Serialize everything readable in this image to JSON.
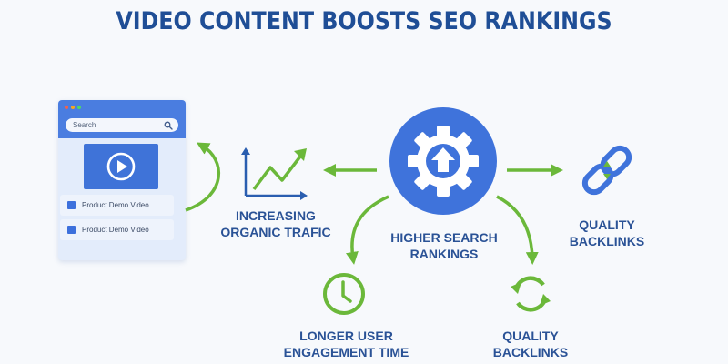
{
  "title": "VIDEO CONTENT BOOSTS SEO RANKINGS",
  "colors": {
    "title": "#1f4e96",
    "label": "#2a5296",
    "accent_blue": "#3f73db",
    "accent_green": "#6bb83a",
    "background": "#f7f9fc"
  },
  "browser": {
    "window_dots": [
      "#f0624d",
      "#f5a623",
      "#4cd964"
    ],
    "search_placeholder": "Search",
    "search_icon": "search-icon",
    "video_icon": "play-icon",
    "items": [
      {
        "label": "Product Demo Video"
      },
      {
        "label": "Product Demo Video"
      }
    ]
  },
  "nodes": {
    "traffic": {
      "icon": "trend-chart-icon",
      "line1": "INCREASING",
      "line2": "ORGANIC TRAFIC"
    },
    "rankings": {
      "icon": "gear-up-arrow-icon",
      "line1": "HIGHER SEARCH",
      "line2": "RANKINGS"
    },
    "backlinks_right": {
      "icon": "chain-link-icon",
      "line1": "QUALITY",
      "line2": "BACKLINKS"
    },
    "engagement": {
      "icon": "clock-icon",
      "line1": "LONGER USER",
      "line2": "ENGAGEMENT TIME"
    },
    "backlinks_bottom": {
      "icon": "refresh-cycle-icon",
      "line1": "QUALITY",
      "line2": "BACKLINKS"
    }
  }
}
